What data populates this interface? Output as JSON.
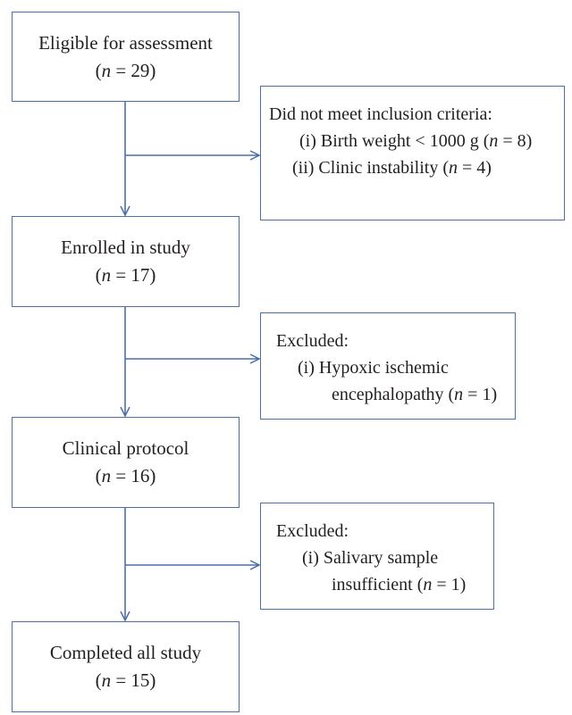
{
  "nodes": {
    "eligible": {
      "title": "Eligible for assessment",
      "n_label": "n",
      "n_eq": " = 29"
    },
    "enrolled": {
      "title": "Enrolled in study",
      "n_label": "n",
      "n_eq": " = 17"
    },
    "clinical": {
      "title": "Clinical protocol",
      "n_label": "n",
      "n_eq": " = 16"
    },
    "completed": {
      "title": "Completed all study",
      "n_label": "n",
      "n_eq": " = 15"
    }
  },
  "exclusions": {
    "not_met": {
      "title": "Did not meet inclusion criteria:",
      "items": [
        {
          "prefix": "(i) Birth weight < 1000 g (",
          "n_label": "n",
          "n_eq": " = 8)"
        },
        {
          "prefix": "(ii) Clinic instability (",
          "n_label": "n",
          "n_eq": " = 4)"
        }
      ]
    },
    "excluded_1": {
      "title": "Excluded:",
      "line1": "(i) Hypoxic ischemic",
      "line2_prefix": "encephalopathy (",
      "n_label": "n",
      "n_eq": " = 1)"
    },
    "excluded_2": {
      "title": "Excluded:",
      "line1": "(i) Salivary sample",
      "line2_prefix": "insufficient (",
      "n_label": "n",
      "n_eq": " = 1)"
    }
  },
  "colors": {
    "border": "#4d6fa8",
    "arrow": "#4d6fa8",
    "text": "#231f20"
  }
}
